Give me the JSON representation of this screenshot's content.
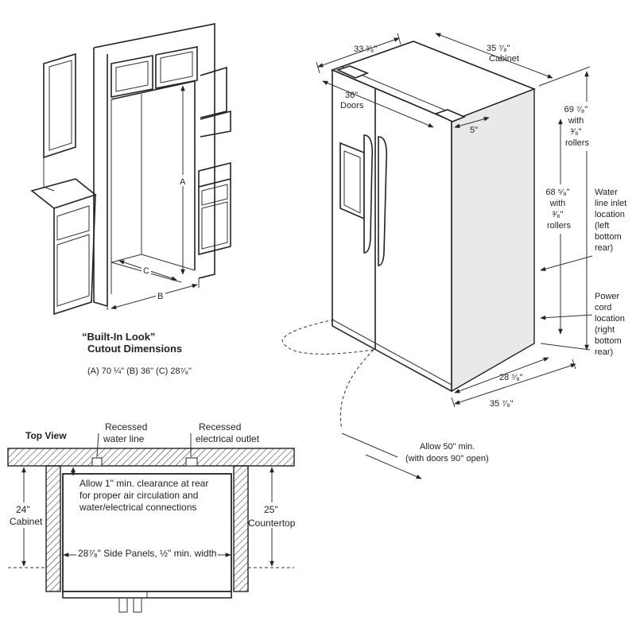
{
  "cutout": {
    "label_a": "A",
    "label_b": "B",
    "label_c": "C",
    "title_line1": "“Built-In Look”",
    "title_line2": "Cutout Dimensions",
    "dims": "(A) 70 ¼\"   (B) 36\"   (C) 28⁷⁄₈\""
  },
  "fridge": {
    "width_cabinet_top": "33 ³⁄₈\"",
    "depth_cabinet_top": "35 ⁷⁄₈\"",
    "depth_cabinet_label": "Cabinet",
    "doors_width": "36\"",
    "doors_label": "Doors",
    "hinge_offset": "5\"",
    "height_rollers_full": [
      "69 ⁷⁄₈\"",
      "with",
      "³⁄₈\"",
      "rollers"
    ],
    "height_rollers_min": [
      "68 ⁵⁄₈\"",
      "with",
      "³⁄₈\"",
      "rollers"
    ],
    "water_inlet": [
      "Water",
      "line inlet",
      "location",
      "(left",
      "bottom",
      "rear)"
    ],
    "power_cord": [
      "Power",
      "cord",
      "location",
      "(right",
      "bottom",
      "rear)"
    ],
    "depth_28": "28 ⁷⁄₈\"",
    "depth_35": "35 ⁷⁄₈\"",
    "allow_line1": "Allow 50\" min.",
    "allow_line2": "(with doors 90° open)"
  },
  "top_view": {
    "title": "Top View",
    "recessed_water_1": "Recessed",
    "recessed_water_2": "water line",
    "recessed_elec_1": "Recessed",
    "recessed_elec_2": "electrical outlet",
    "allow_rear_1": "Allow 1\" min. clearance at rear",
    "allow_rear_2": "for proper air circulation and",
    "allow_rear_3": "water/electrical connections",
    "cabinet_dim": "24\"",
    "cabinet_label": "Cabinet",
    "countertop_dim": "25\"",
    "countertop_label": "Countertop",
    "side_panels": "28⁷⁄₈\" Side Panels, ½\" min. width"
  }
}
